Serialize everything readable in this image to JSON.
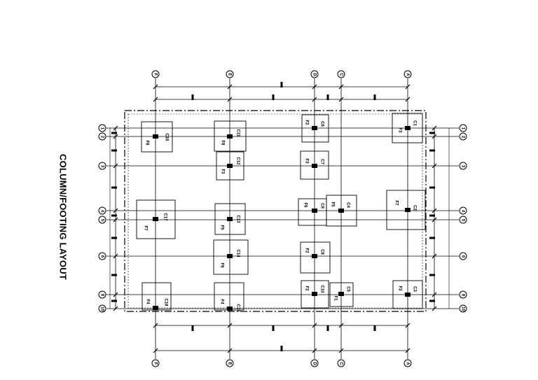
{
  "title": "COLUMN/FOOTING LAYOUT",
  "grid_letters": [
    "F",
    "E",
    "D",
    "C",
    "A"
  ],
  "grid_numbers": [
    "1",
    "2",
    "3",
    "4",
    "5",
    "6",
    "8",
    "10"
  ],
  "columns": [
    {
      "column": "C1",
      "footing": "F3"
    },
    {
      "column": "C2",
      "footing": "F7"
    },
    {
      "column": "C3",
      "footing": "F3"
    },
    {
      "column": "C4",
      "footing": "F5"
    },
    {
      "column": "C5",
      "footing": "F1"
    },
    {
      "column": "C6",
      "footing": "F2"
    },
    {
      "column": "C7",
      "footing": "F3"
    },
    {
      "column": "C8",
      "footing": "F2"
    },
    {
      "column": "C9",
      "footing": "F6"
    },
    {
      "column": "C10",
      "footing": "F2"
    },
    {
      "column": "C11",
      "footing": "F8"
    },
    {
      "column": "C12",
      "footing": "F3"
    },
    {
      "column": "C13",
      "footing": "F5"
    },
    {
      "column": "C14",
      "footing": "F8"
    },
    {
      "column": "C15",
      "footing": "F4"
    },
    {
      "column": "C16",
      "footing": "F8"
    },
    {
      "column": "C17",
      "footing": "F7"
    },
    {
      "column": "C18",
      "footing": "F4"
    }
  ],
  "colors": {
    "ink": "#000000",
    "paper": "#ffffff"
  }
}
